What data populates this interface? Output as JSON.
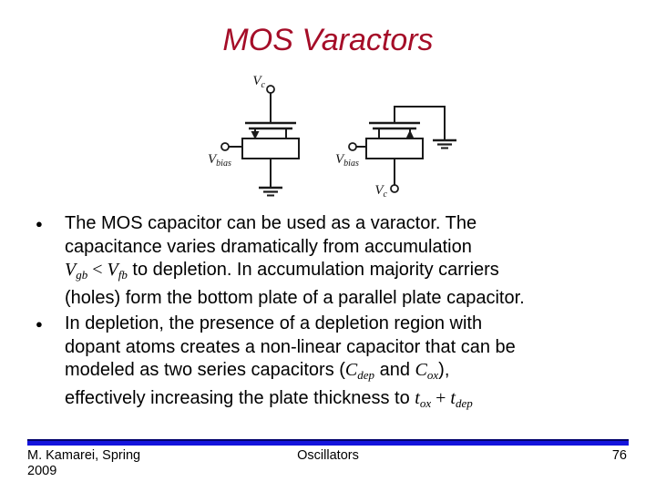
{
  "slide": {
    "title": "MOS Varactors",
    "bullet_glyph": "●",
    "accent_color": "#a50d28",
    "footer_bar_color": "#1414dd"
  },
  "diagrams": {
    "left": {
      "top_terminal": {
        "base": "V",
        "sub": "c"
      },
      "left_terminal": {
        "base": "V",
        "sub": "bias"
      }
    },
    "right": {
      "left_terminal": {
        "base": "V",
        "sub": "bias"
      },
      "bottom_terminal": {
        "base": "V",
        "sub": "c"
      }
    }
  },
  "bullets": {
    "b1": {
      "l1": "The MOS capacitor can be used as a varactor. The",
      "l2": "capacitance varies dramatically from accumulation",
      "l3": {
        "m1base": "V",
        "m1sub": "gb",
        "op": " < ",
        "m2base": "V",
        "m2sub": "fb",
        "rest": " to depletion. In accumulation majority carriers"
      },
      "l4": "(holes) form the bottom plate of a parallel plate capacitor."
    },
    "b2": {
      "l1": "In depletion, the presence of a depletion region with",
      "l2": "dopant atoms creates a non-linear capacitor that can be",
      "l3": {
        "pre": "modeled as two series capacitors (",
        "m1base": "C",
        "m1sub": "dep",
        "mid": " and ",
        "m2base": "C",
        "m2sub": "ox",
        "post": "),"
      },
      "l4": {
        "pre": "effectively increasing the plate thickness to ",
        "m1base": "t",
        "m1sub": "ox",
        "op": " + ",
        "m2base": "t",
        "m2sub": "dep"
      }
    }
  },
  "footer": {
    "author": "M. Kamarei, Spring 2009",
    "center": "Oscillators",
    "page": "76"
  }
}
